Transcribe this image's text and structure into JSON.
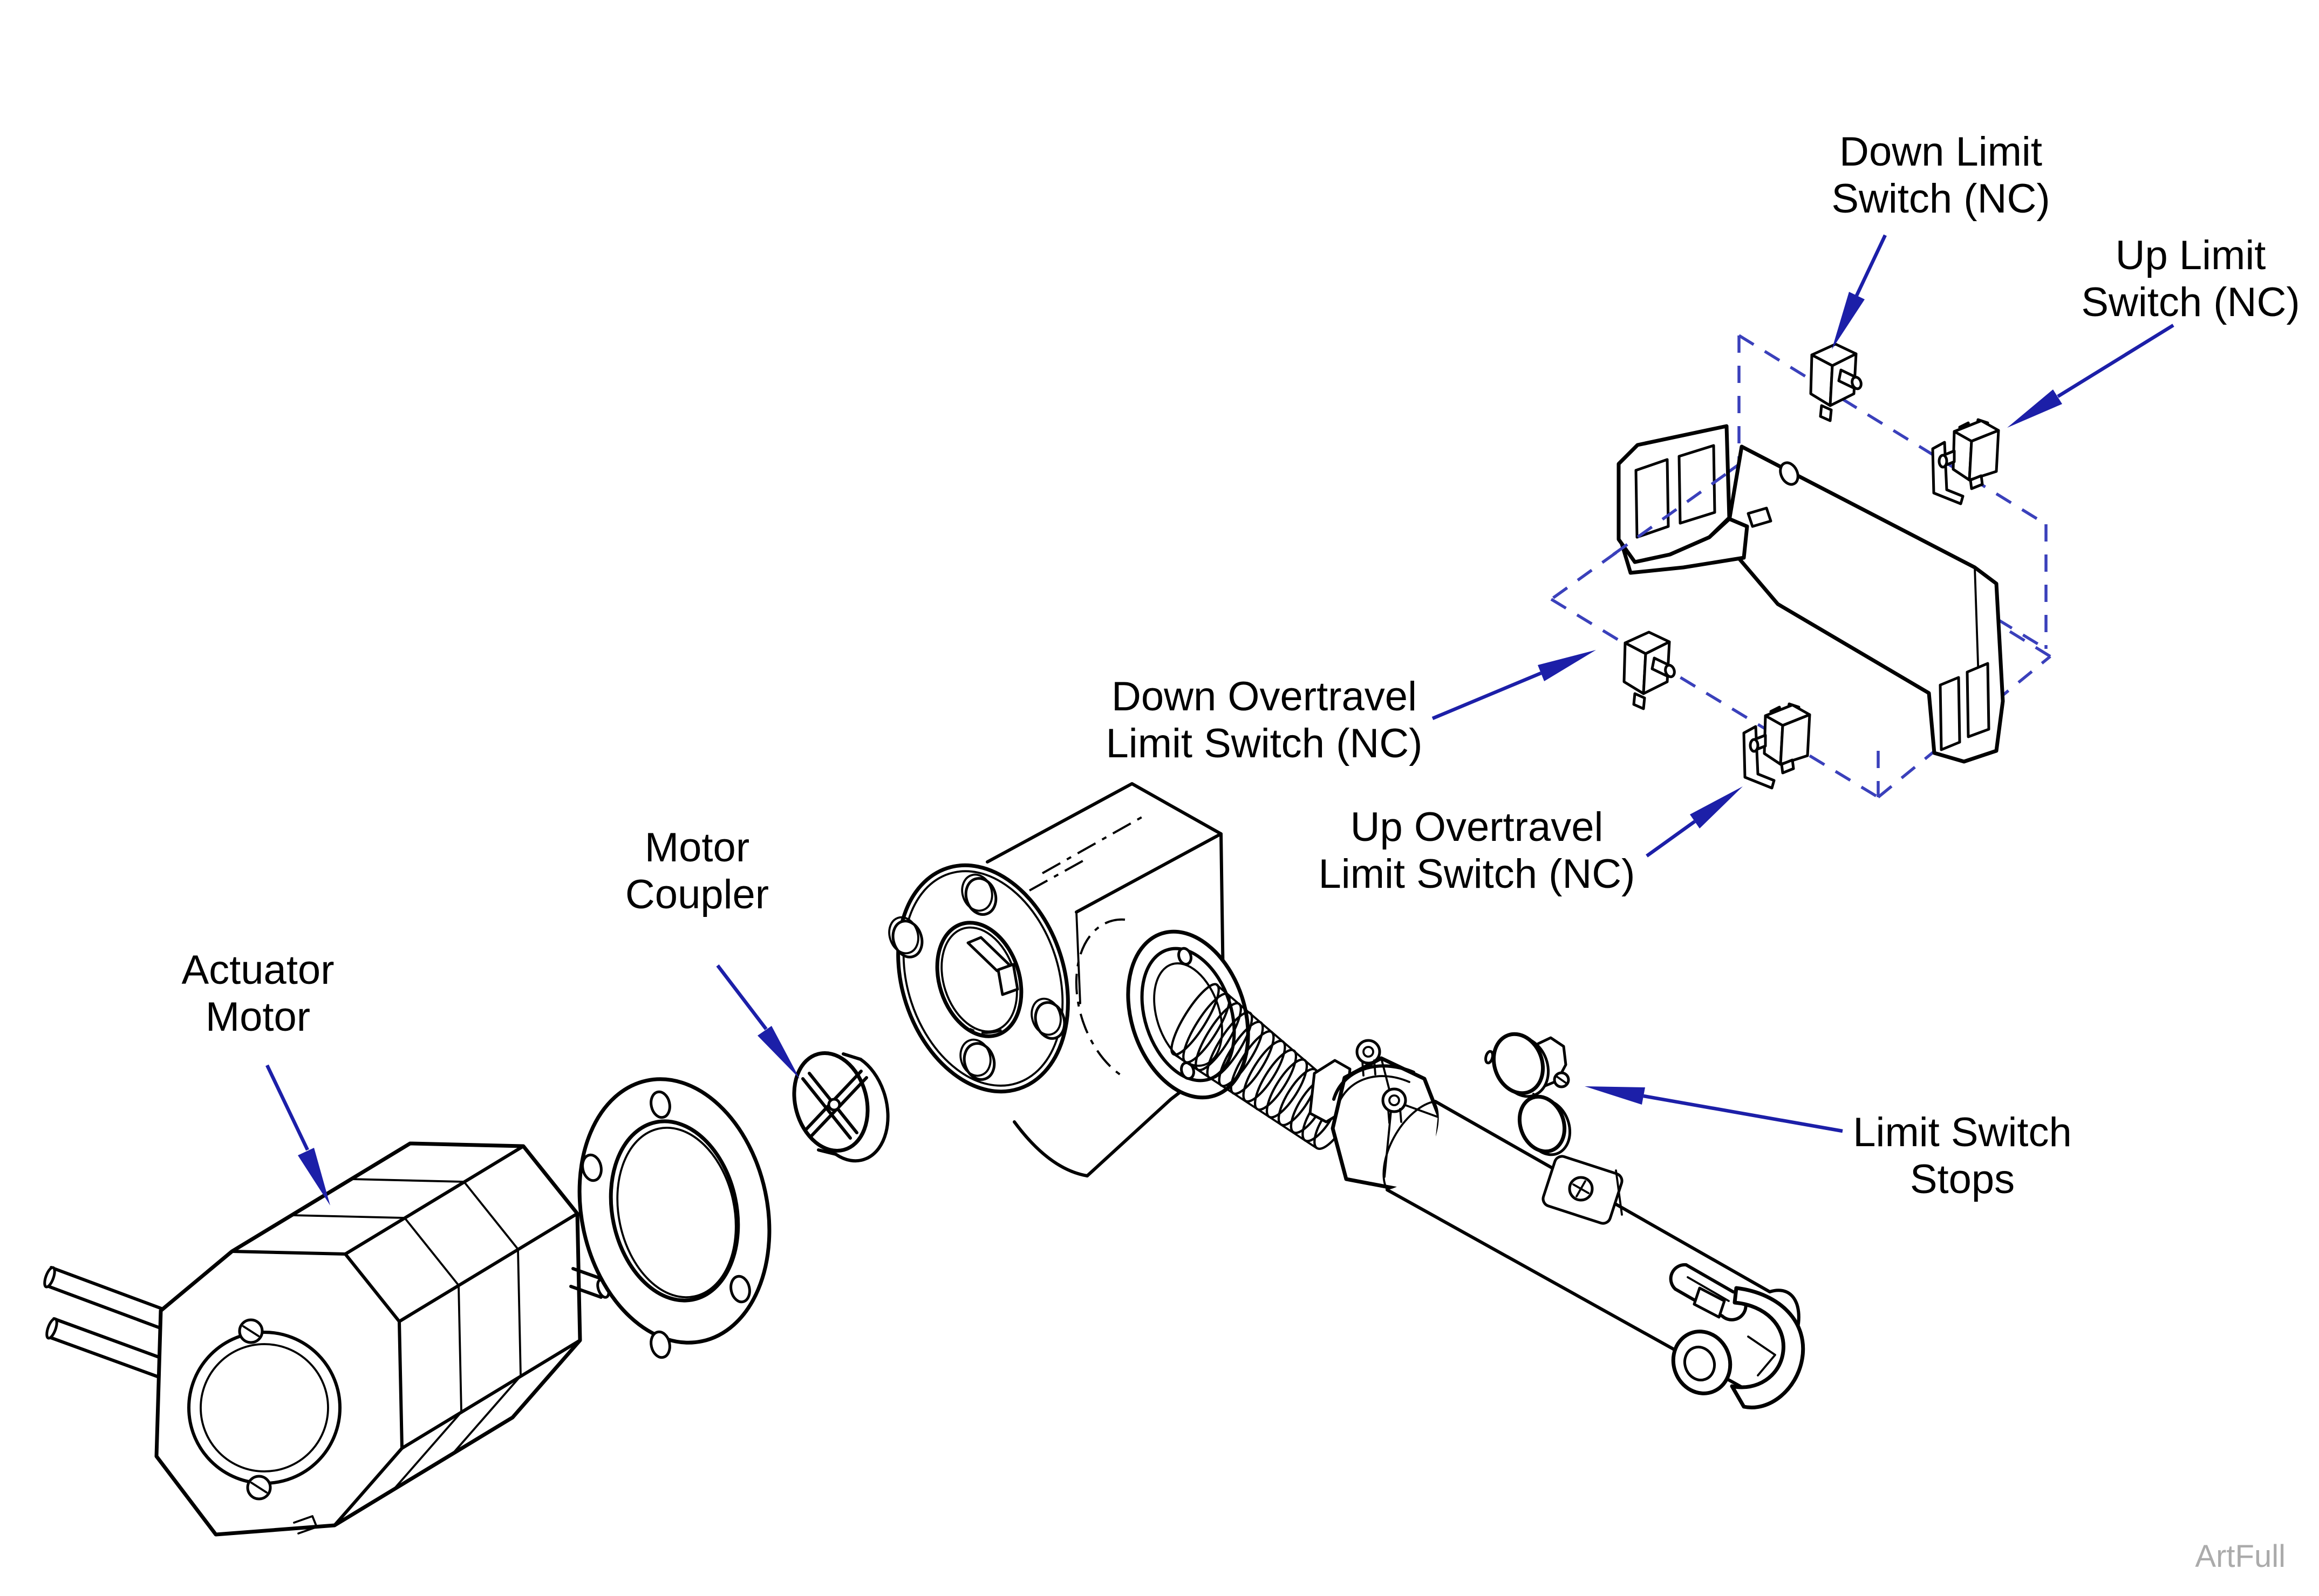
{
  "labels": {
    "down_limit": {
      "line1": "Down Limit",
      "line2": "Switch (NC)"
    },
    "up_limit": {
      "line1": "Up Limit",
      "line2": "Switch (NC)"
    },
    "down_overtravel": {
      "line1": "Down Overtravel",
      "line2": "Limit Switch (NC)"
    },
    "up_overtravel": {
      "line1": "Up Overtravel",
      "line2": "Limit Switch (NC)"
    },
    "motor_coupler": {
      "line1": "Motor",
      "line2": "Coupler"
    },
    "actuator_motor": {
      "line1": "Actuator",
      "line2": "Motor"
    },
    "limit_switch_stops": {
      "line1": "Limit Switch",
      "line2": "Stops"
    }
  },
  "watermark": "ArtFull",
  "colors": {
    "label-text": "#000000",
    "line-ink": "#000000",
    "leader-blue": "#1c1fa8",
    "dash-blue": "#3a40bb",
    "watermark-gray": "#ababab",
    "background": "#ffffff"
  }
}
